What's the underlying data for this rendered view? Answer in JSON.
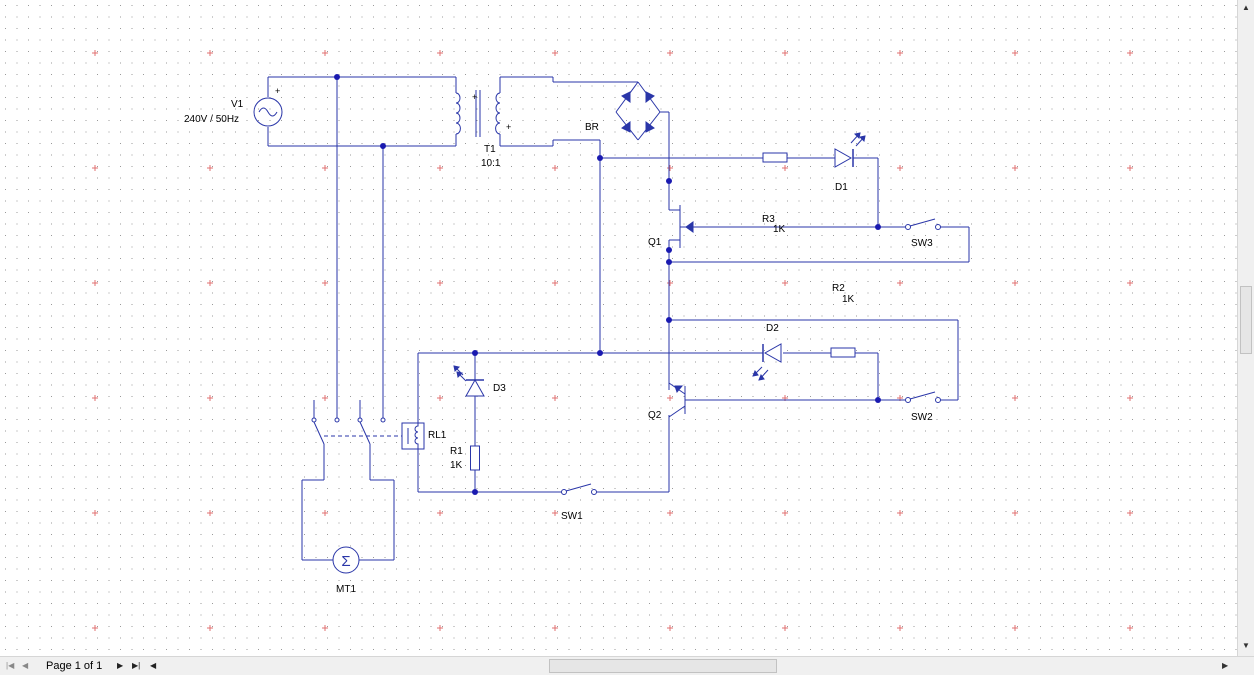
{
  "schematic": {
    "source": {
      "ref": "V1",
      "value": "240V / 50Hz",
      "polarity": "+"
    },
    "transformer": {
      "ref": "T1",
      "value": "10:1",
      "polarity": "+"
    },
    "bridge_rectifier": {
      "ref": "BR"
    },
    "resistors": [
      {
        "ref": "R1",
        "value": "1K"
      },
      {
        "ref": "R2",
        "value": "1K"
      },
      {
        "ref": "R3",
        "value": "1K"
      }
    ],
    "leds": [
      {
        "ref": "D1"
      },
      {
        "ref": "D2"
      },
      {
        "ref": "D3"
      }
    ],
    "transistors": [
      {
        "ref": "Q1"
      },
      {
        "ref": "Q2"
      }
    ],
    "switches": [
      {
        "ref": "SW1"
      },
      {
        "ref": "SW2"
      },
      {
        "ref": "SW3"
      }
    ],
    "relay": {
      "ref": "RL1"
    },
    "motor": {
      "ref": "MT1",
      "symbol": "Σ"
    }
  },
  "statusbar": {
    "page_label": "Page 1 of 1"
  },
  "colors": {
    "wire": "#2a36a8",
    "junction": "#1a1ab0",
    "grid_dot": "#9a9a9a",
    "grid_major": "#e07070",
    "component": "#2a36a8"
  },
  "icons": {
    "first_page": "first-page-icon",
    "prev_page": "prev-page-icon",
    "next_page": "next-page-icon",
    "last_page": "last-page-icon"
  }
}
